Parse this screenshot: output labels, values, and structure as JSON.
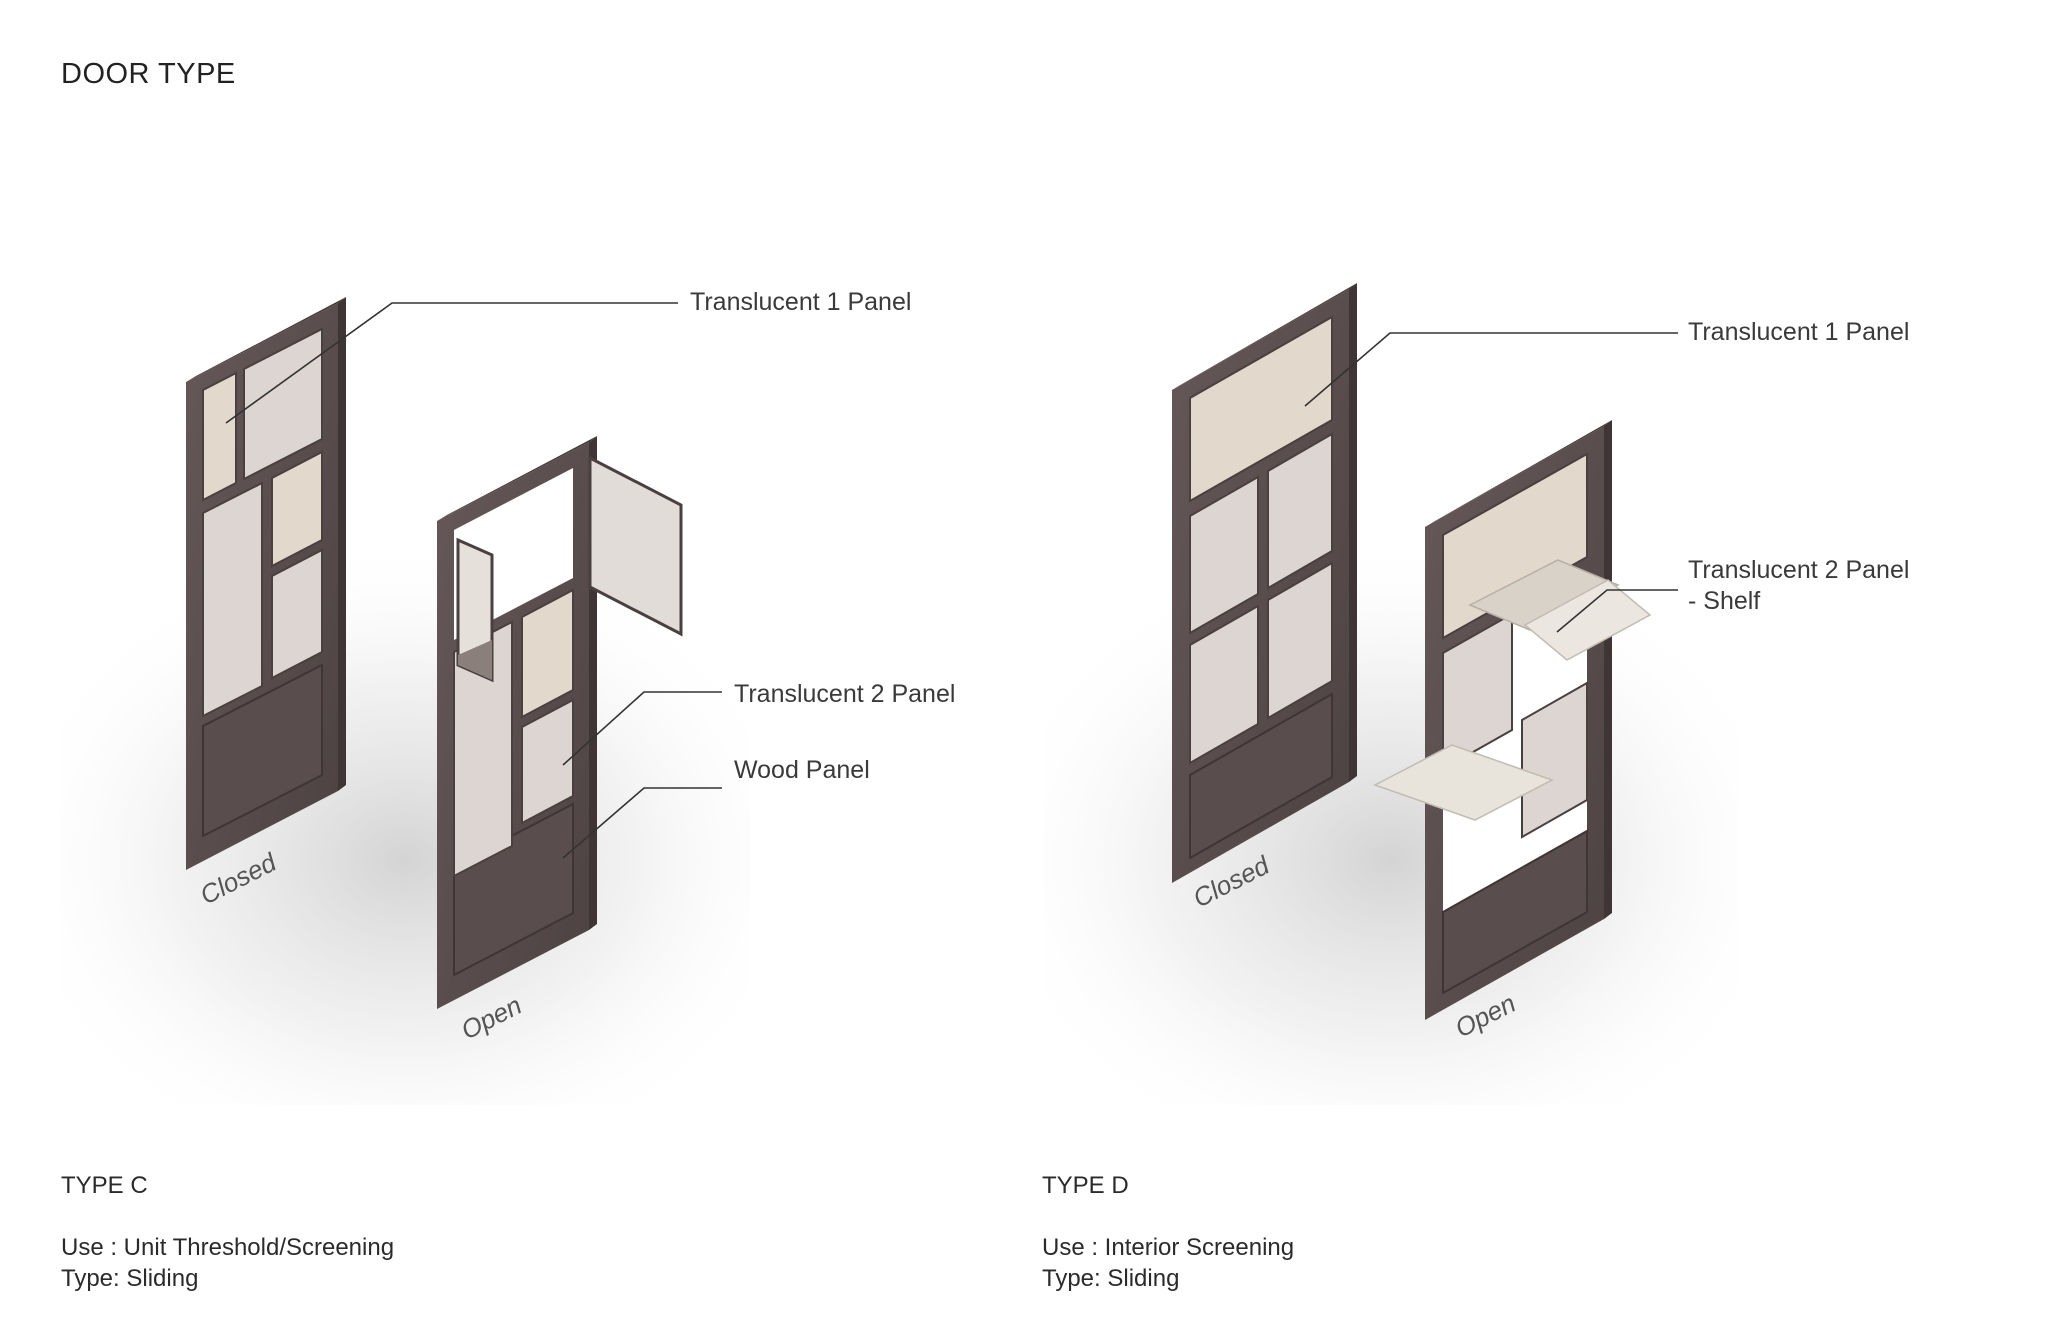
{
  "page": {
    "title": "DOOR TYPE"
  },
  "types": [
    {
      "name": "TYPE C",
      "use": "Use : Unit Threshold/Screening",
      "type": "Type: Sliding",
      "closed_label": "Closed",
      "open_label": "Open",
      "callouts": [
        "Translucent 1 Panel",
        "Translucent 2 Panel",
        "Wood Panel"
      ]
    },
    {
      "name": "TYPE D",
      "use": "Use : Interior Screening",
      "type": "Type: Sliding",
      "closed_label": "Closed",
      "open_label": "Open",
      "callouts": [
        "Translucent 1 Panel",
        "Translucent 2 Panel",
        "- Shelf"
      ]
    }
  ],
  "colors": {
    "wood": "#5e5252",
    "wood_dark": "#3f3535",
    "wood_edge": "#4a4040",
    "translucent_1": "#e2d8cc",
    "translucent_2": "#dcd5d2",
    "shelf": "#e8e4dc",
    "leader_line": "#333333"
  }
}
